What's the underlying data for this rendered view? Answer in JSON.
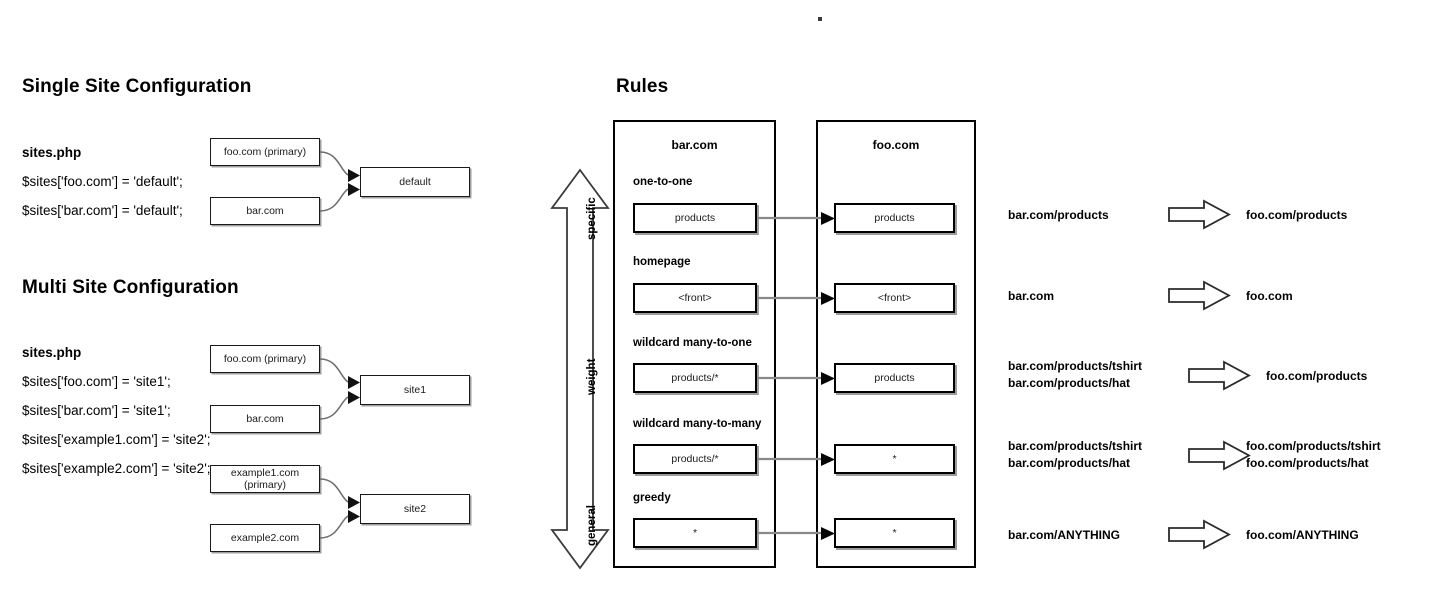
{
  "page": {
    "cursor_dot": "•"
  },
  "single_site": {
    "title": "Single Site Configuration",
    "file_label": "sites.php",
    "code_lines": [
      "$sites['foo.com'] = 'default';",
      "$sites['bar.com'] = 'default';"
    ],
    "sources": [
      "foo.com (primary)",
      "bar.com"
    ],
    "target": "default"
  },
  "multi_site": {
    "title": "Multi Site Configuration",
    "file_label": "sites.php",
    "code_lines": [
      "$sites['foo.com'] = 'site1';",
      "$sites['bar.com'] = 'site1';",
      "$sites['example1.com'] = 'site2';",
      "$sites['example2.com'] = 'site2';"
    ],
    "group1": {
      "sources": [
        "foo.com (primary)",
        "bar.com"
      ],
      "target": "site1"
    },
    "group2": {
      "sources": [
        "example1.com (primary)",
        "example2.com"
      ],
      "target": "site2"
    }
  },
  "rules": {
    "title": "Rules",
    "weight_axis": {
      "top_label": "specific",
      "middle_label": "weight",
      "bottom_label": "general"
    },
    "source_group_label": "bar.com",
    "target_group_label": "foo.com",
    "rows": [
      {
        "rule_name": "one-to-one",
        "source_path": "products",
        "target_path": "products",
        "example_from": [
          "bar.com/products"
        ],
        "example_to": [
          "foo.com/products"
        ]
      },
      {
        "rule_name": "homepage",
        "source_path": "<front>",
        "target_path": "<front>",
        "example_from": [
          "bar.com"
        ],
        "example_to": [
          "foo.com"
        ]
      },
      {
        "rule_name": "wildcard many-to-one",
        "source_path": "products/*",
        "target_path": "products",
        "example_from": [
          "bar.com/products/tshirt",
          "bar.com/products/hat"
        ],
        "example_to": [
          "foo.com/products"
        ]
      },
      {
        "rule_name": "wildcard many-to-many",
        "source_path": "products/*",
        "target_path": "*",
        "example_from": [
          "bar.com/products/tshirt",
          "bar.com/products/hat"
        ],
        "example_to": [
          "foo.com/products/tshirt",
          "foo.com/products/hat"
        ]
      },
      {
        "rule_name": "greedy",
        "source_path": "*",
        "target_path": "*",
        "example_from": [
          "bar.com/ANYTHING"
        ],
        "example_to": [
          "foo.com/ANYTHING"
        ]
      }
    ]
  },
  "colors": {
    "stroke": "#000000",
    "box_stroke": "#1a1a1a",
    "connector": "#7a7a7a",
    "background": "#ffffff"
  }
}
